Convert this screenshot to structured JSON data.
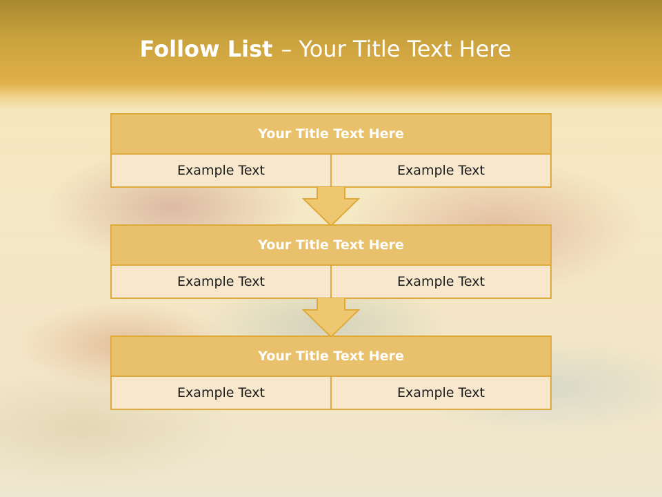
{
  "slide": {
    "title_bold": "Follow List",
    "title_separator": "–",
    "title_rest": "Your Title Text Here"
  },
  "steps": [
    {
      "title": "Your Title Text Here",
      "left": "Example Text",
      "right": "Example Text"
    },
    {
      "title": "Your Title Text Here",
      "left": "Example Text",
      "right": "Example Text"
    },
    {
      "title": "Your Title Text Here",
      "left": "Example Text",
      "right": "Example Text"
    }
  ],
  "colors": {
    "header_band": "#e0b04a",
    "box_border": "#dfaa3c",
    "box_title_fill": "#e9c06c",
    "cell_fill": "#f7e7cc",
    "arrow_fill": "#efc770"
  }
}
